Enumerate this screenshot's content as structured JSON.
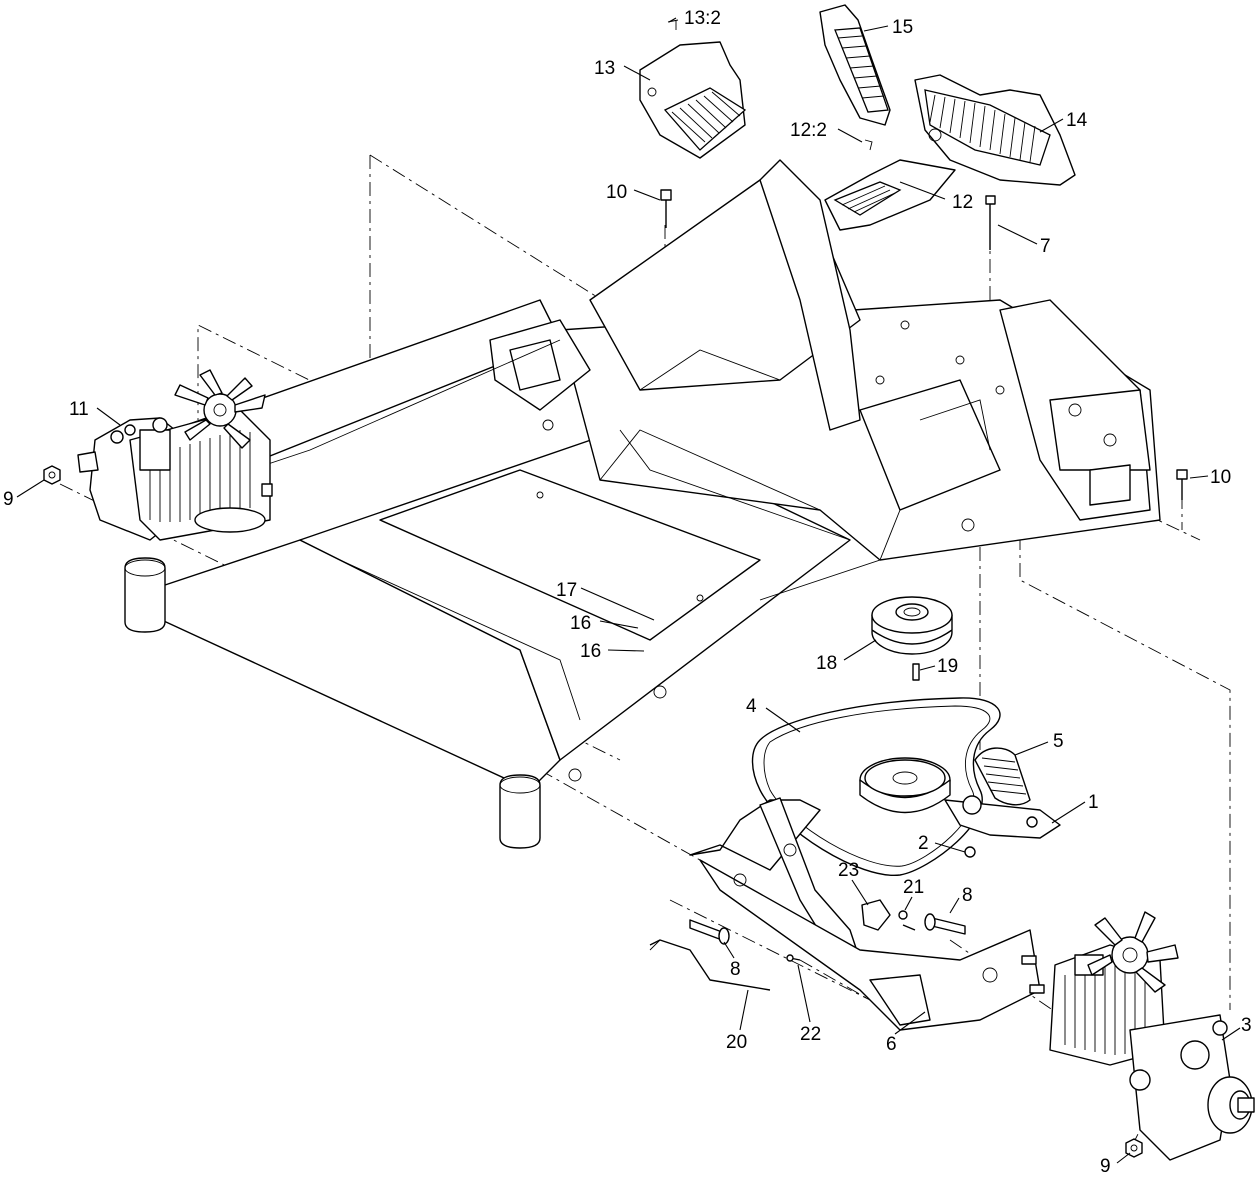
{
  "callouts": [
    {
      "id": "c-13-2",
      "text": "13:2"
    },
    {
      "id": "c-15",
      "text": "15"
    },
    {
      "id": "c-13",
      "text": "13"
    },
    {
      "id": "c-14",
      "text": "14"
    },
    {
      "id": "c-12-2",
      "text": "12:2"
    },
    {
      "id": "c-10-top",
      "text": "10"
    },
    {
      "id": "c-12",
      "text": "12"
    },
    {
      "id": "c-7",
      "text": "7"
    },
    {
      "id": "c-11",
      "text": "11"
    },
    {
      "id": "c-9-left",
      "text": "9"
    },
    {
      "id": "c-10-right",
      "text": "10"
    },
    {
      "id": "c-17",
      "text": "17"
    },
    {
      "id": "c-16-a",
      "text": "16"
    },
    {
      "id": "c-16-b",
      "text": "16"
    },
    {
      "id": "c-18",
      "text": "18"
    },
    {
      "id": "c-19",
      "text": "19"
    },
    {
      "id": "c-4",
      "text": "4"
    },
    {
      "id": "c-5",
      "text": "5"
    },
    {
      "id": "c-1",
      "text": "1"
    },
    {
      "id": "c-2",
      "text": "2"
    },
    {
      "id": "c-23",
      "text": "23"
    },
    {
      "id": "c-21",
      "text": "21"
    },
    {
      "id": "c-8-right",
      "text": "8"
    },
    {
      "id": "c-8-left",
      "text": "8"
    },
    {
      "id": "c-20",
      "text": "20"
    },
    {
      "id": "c-22",
      "text": "22"
    },
    {
      "id": "c-6",
      "text": "6"
    },
    {
      "id": "c-3",
      "text": "3"
    },
    {
      "id": "c-9-bottom",
      "text": "9"
    }
  ]
}
